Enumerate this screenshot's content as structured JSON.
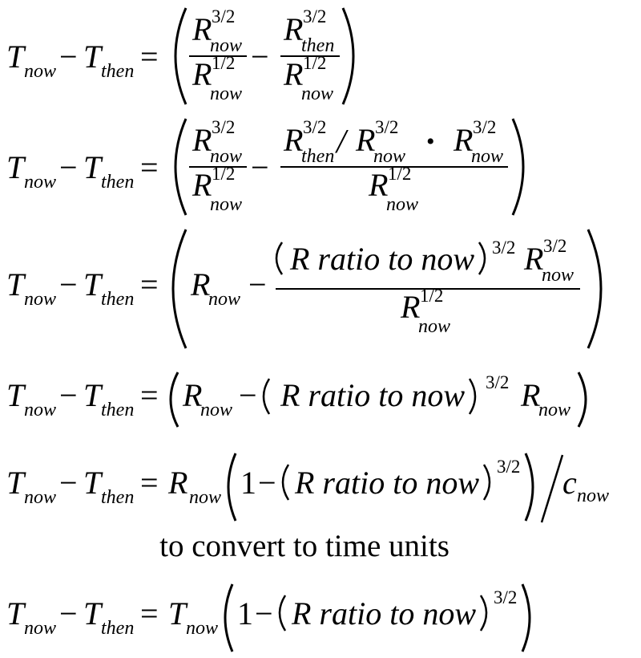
{
  "symbols": {
    "T": "T",
    "R": "R",
    "c": "c",
    "minus": "−",
    "equals": "=",
    "dot": "•",
    "one": "1",
    "slash": "/"
  },
  "subscripts": {
    "now": "now",
    "then": "then"
  },
  "exponents": {
    "three_halves": "3/2",
    "one_half": "1/2"
  },
  "phrases": {
    "r_ratio": "R ratio to now"
  },
  "note": "to convert to time units"
}
